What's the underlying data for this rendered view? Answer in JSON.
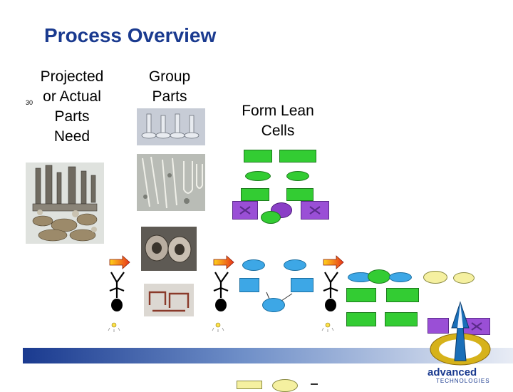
{
  "title": "Process Overview",
  "columns": {
    "projected": "Projected\nor Actual\nParts\nNeed",
    "small_number": "30",
    "group": "Group\nParts",
    "form": "Form Lean\nCells"
  },
  "logo": {
    "name": "advanced",
    "sub": "TECHNOLOGIES"
  },
  "colors": {
    "title": "#1a3a8f",
    "green": "#33cc33",
    "purple": "#9a4fd6",
    "blue": "#3da7e6",
    "yellow": "#f5f0a0"
  }
}
